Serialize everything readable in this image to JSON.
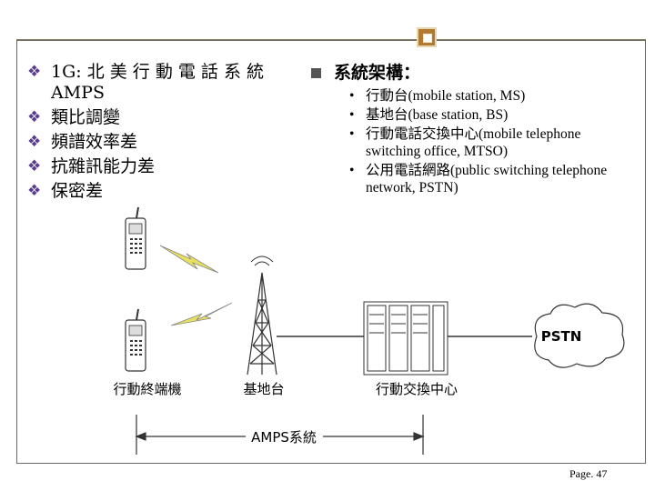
{
  "left": {
    "items": [
      {
        "bullet": "❖",
        "text": "1G: 北 美 行 動 電 話 系 統",
        "cont": "AMPS"
      },
      {
        "bullet": "❖",
        "text": "類比調變",
        "cont": ""
      },
      {
        "bullet": "❖",
        "text": "頻譜效率差",
        "cont": ""
      },
      {
        "bullet": "❖",
        "text": "抗雜訊能力差",
        "cont": ""
      },
      {
        "bullet": "❖",
        "text": "保密差",
        "cont": ""
      }
    ]
  },
  "right": {
    "title": "系統架構：",
    "items": [
      {
        "text": "行動台(mobile station, MS)"
      },
      {
        "text": "基地台(base station, BS)"
      },
      {
        "text": "行動電話交換中心(mobile telephone switching office, MTSO)"
      },
      {
        "text": "公用電話網路(public switching telephone network, PSTN)"
      }
    ]
  },
  "diagram": {
    "label_mobile": "行動終端機",
    "label_bs": "基地台",
    "label_mtso": "行動交換中心",
    "label_pstn": "PSTN",
    "label_amps": "AMPS系統"
  },
  "footer": {
    "page": "Page. 47"
  },
  "colors": {
    "bullet": "#5a3c8c",
    "deco": "#b07a33",
    "frame": "#6a6a6a"
  },
  "icons": [
    "diamond-bullet-icon",
    "square-bullet-icon",
    "mobile-phone-icon",
    "antenna-tower-icon",
    "lightning-icon",
    "switch-cabinet-icon",
    "cloud-icon"
  ]
}
